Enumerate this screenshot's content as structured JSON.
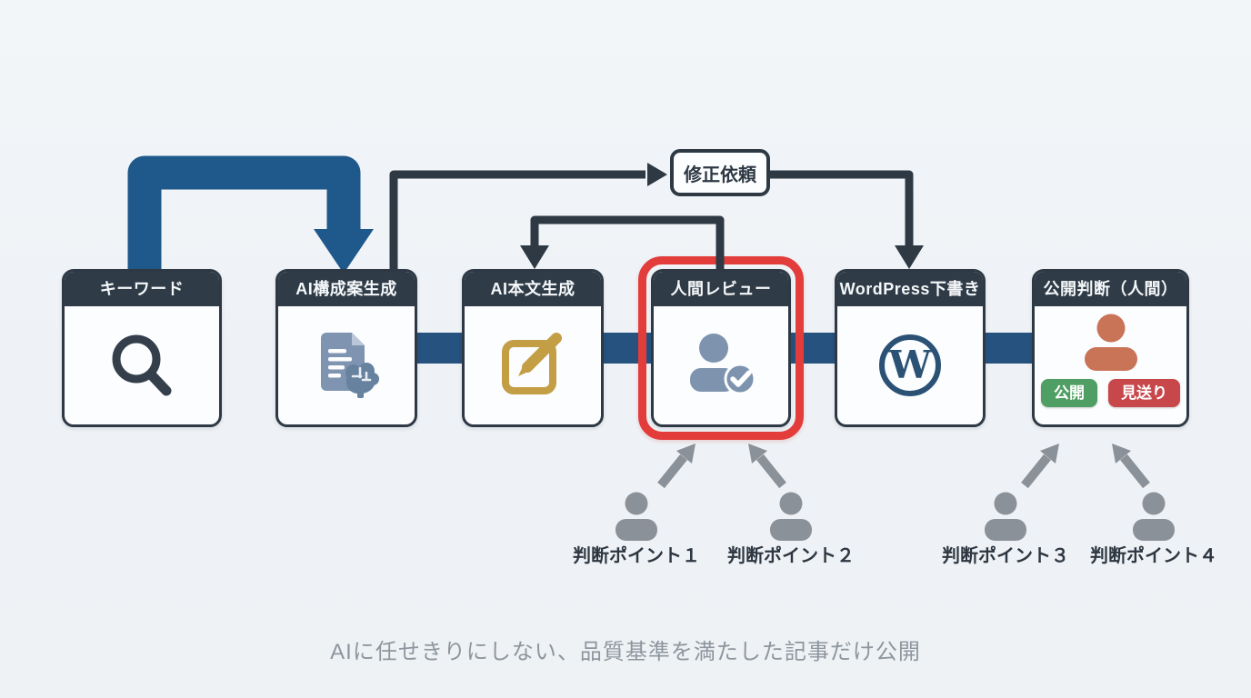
{
  "nodes": [
    {
      "title": "キーワード",
      "icon": "search-icon"
    },
    {
      "title": "AI構成案生成",
      "icon": "document-brain-icon"
    },
    {
      "title": "AI本文生成",
      "icon": "edit-compose-icon"
    },
    {
      "title": "人間レビュー",
      "icon": "person-check-icon",
      "highlighted": true
    },
    {
      "title": "WordPress下書き",
      "icon": "wordpress-icon",
      "wp_letter": "W"
    },
    {
      "title": "公開判断（人間）",
      "icon": "person-icon",
      "buttons": [
        {
          "label": "公開"
        },
        {
          "label": "見送り"
        }
      ]
    }
  ],
  "revision_label": "修正依頼",
  "decision_points": [
    {
      "label": "判断ポイント１"
    },
    {
      "label": "判断ポイント２"
    },
    {
      "label": "判断ポイント３"
    },
    {
      "label": "判断ポイント４"
    }
  ],
  "caption": "AIに任せきりにしない、品質基準を満たした記事だけ公開",
  "edges": [
    {
      "from": "キーワード",
      "to": "AI構成案生成",
      "style": "thick-blue-arrow"
    },
    {
      "from": "AI構成案生成",
      "to": "AI本文生成",
      "style": "blue-band"
    },
    {
      "from": "AI本文生成",
      "to": "人間レビュー",
      "style": "blue-band"
    },
    {
      "from": "人間レビュー",
      "to": "WordPress下書き",
      "style": "blue-band"
    },
    {
      "from": "WordPress下書き",
      "to": "公開判断（人間）",
      "style": "blue-band"
    },
    {
      "from": "AI構成案生成",
      "to": "修正依頼",
      "style": "dark-line-arrow"
    },
    {
      "from": "修正依頼",
      "to": "WordPress下書き",
      "style": "dark-line-arrow"
    },
    {
      "from": "人間レビュー",
      "to": "AI本文生成",
      "style": "dark-line-arrow"
    }
  ],
  "colors": {
    "background": "#eef2f6",
    "node_header": "#2f3b47",
    "node_border": "#2e3945",
    "accent_blue_arrow": "#1f588a",
    "blue_band": "#26527f",
    "highlight_red": "#e23d3b",
    "connector_dark": "#2e3944",
    "gray_person": "#8b9198",
    "gold_icon": "#c39e44",
    "steel_blue_icon": "#7e94b0",
    "wordpress_navy": "#2b5175",
    "orange_person": "#c97357",
    "publish_green": "#4f9e63",
    "skip_red": "#c8474b",
    "caption_gray": "#8e959d"
  }
}
